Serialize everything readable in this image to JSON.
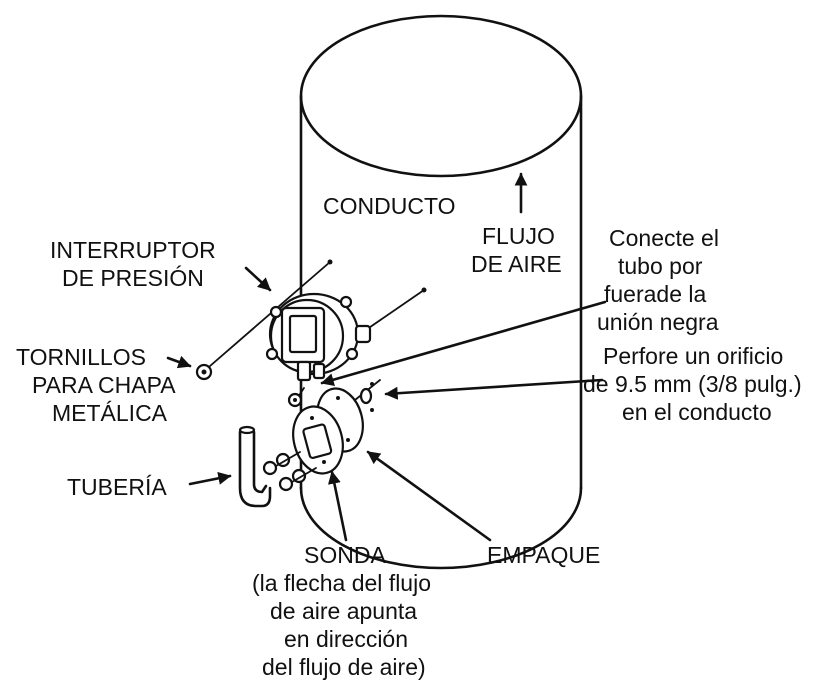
{
  "labels": {
    "conducto": "CONDUCTO",
    "flujo_1": "FLUJO",
    "flujo_2": "DE AIRE",
    "interruptor_1": "INTERRUPTOR",
    "interruptor_2": "DE PRESIÓN",
    "conecte_1": "Conecte el",
    "conecte_2": "tubo por",
    "conecte_3": "fuerade la",
    "conecte_4": "unión negra",
    "tornillos_1": "TORNILLOS",
    "tornillos_2": "PARA CHAPA",
    "tornillos_3": "METÁLICA",
    "perfore_1": "Perfore un orificio",
    "perfore_2": "de 9.5 mm (3/8 pulg.)",
    "perfore_3": "en el conducto",
    "tuberia": "TUBERÍA",
    "sonda_1": "SONDA",
    "sonda_2": "(la flecha del flujo",
    "sonda_3": "de aire apunta",
    "sonda_4": "en dirección",
    "sonda_5": "del flujo de aire)",
    "empaque": "EMPAQUE"
  }
}
